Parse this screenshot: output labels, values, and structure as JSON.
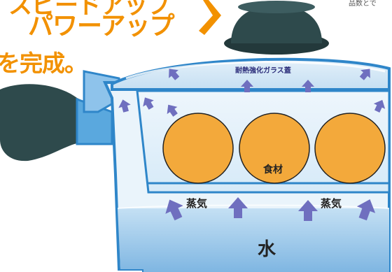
{
  "headline": {
    "line1": "スピードアップ",
    "line2": "パワーアップ",
    "line3": "を完成。",
    "color": "#f29100"
  },
  "corner_note": "品数とで",
  "diagram": {
    "lid_label": "耐熱強化ガラス蓋",
    "food_label": "食材",
    "steam_label_left": "蒸気",
    "steam_label_right": "蒸気",
    "water_label": "水"
  },
  "colors": {
    "pot_outline": "#2f86c9",
    "water": "#9ec9ea",
    "steam_arrow": "#6f6fbf",
    "food": "#f3a93b",
    "knob": "#2e4a4c",
    "handle": "#2e4a4c"
  }
}
